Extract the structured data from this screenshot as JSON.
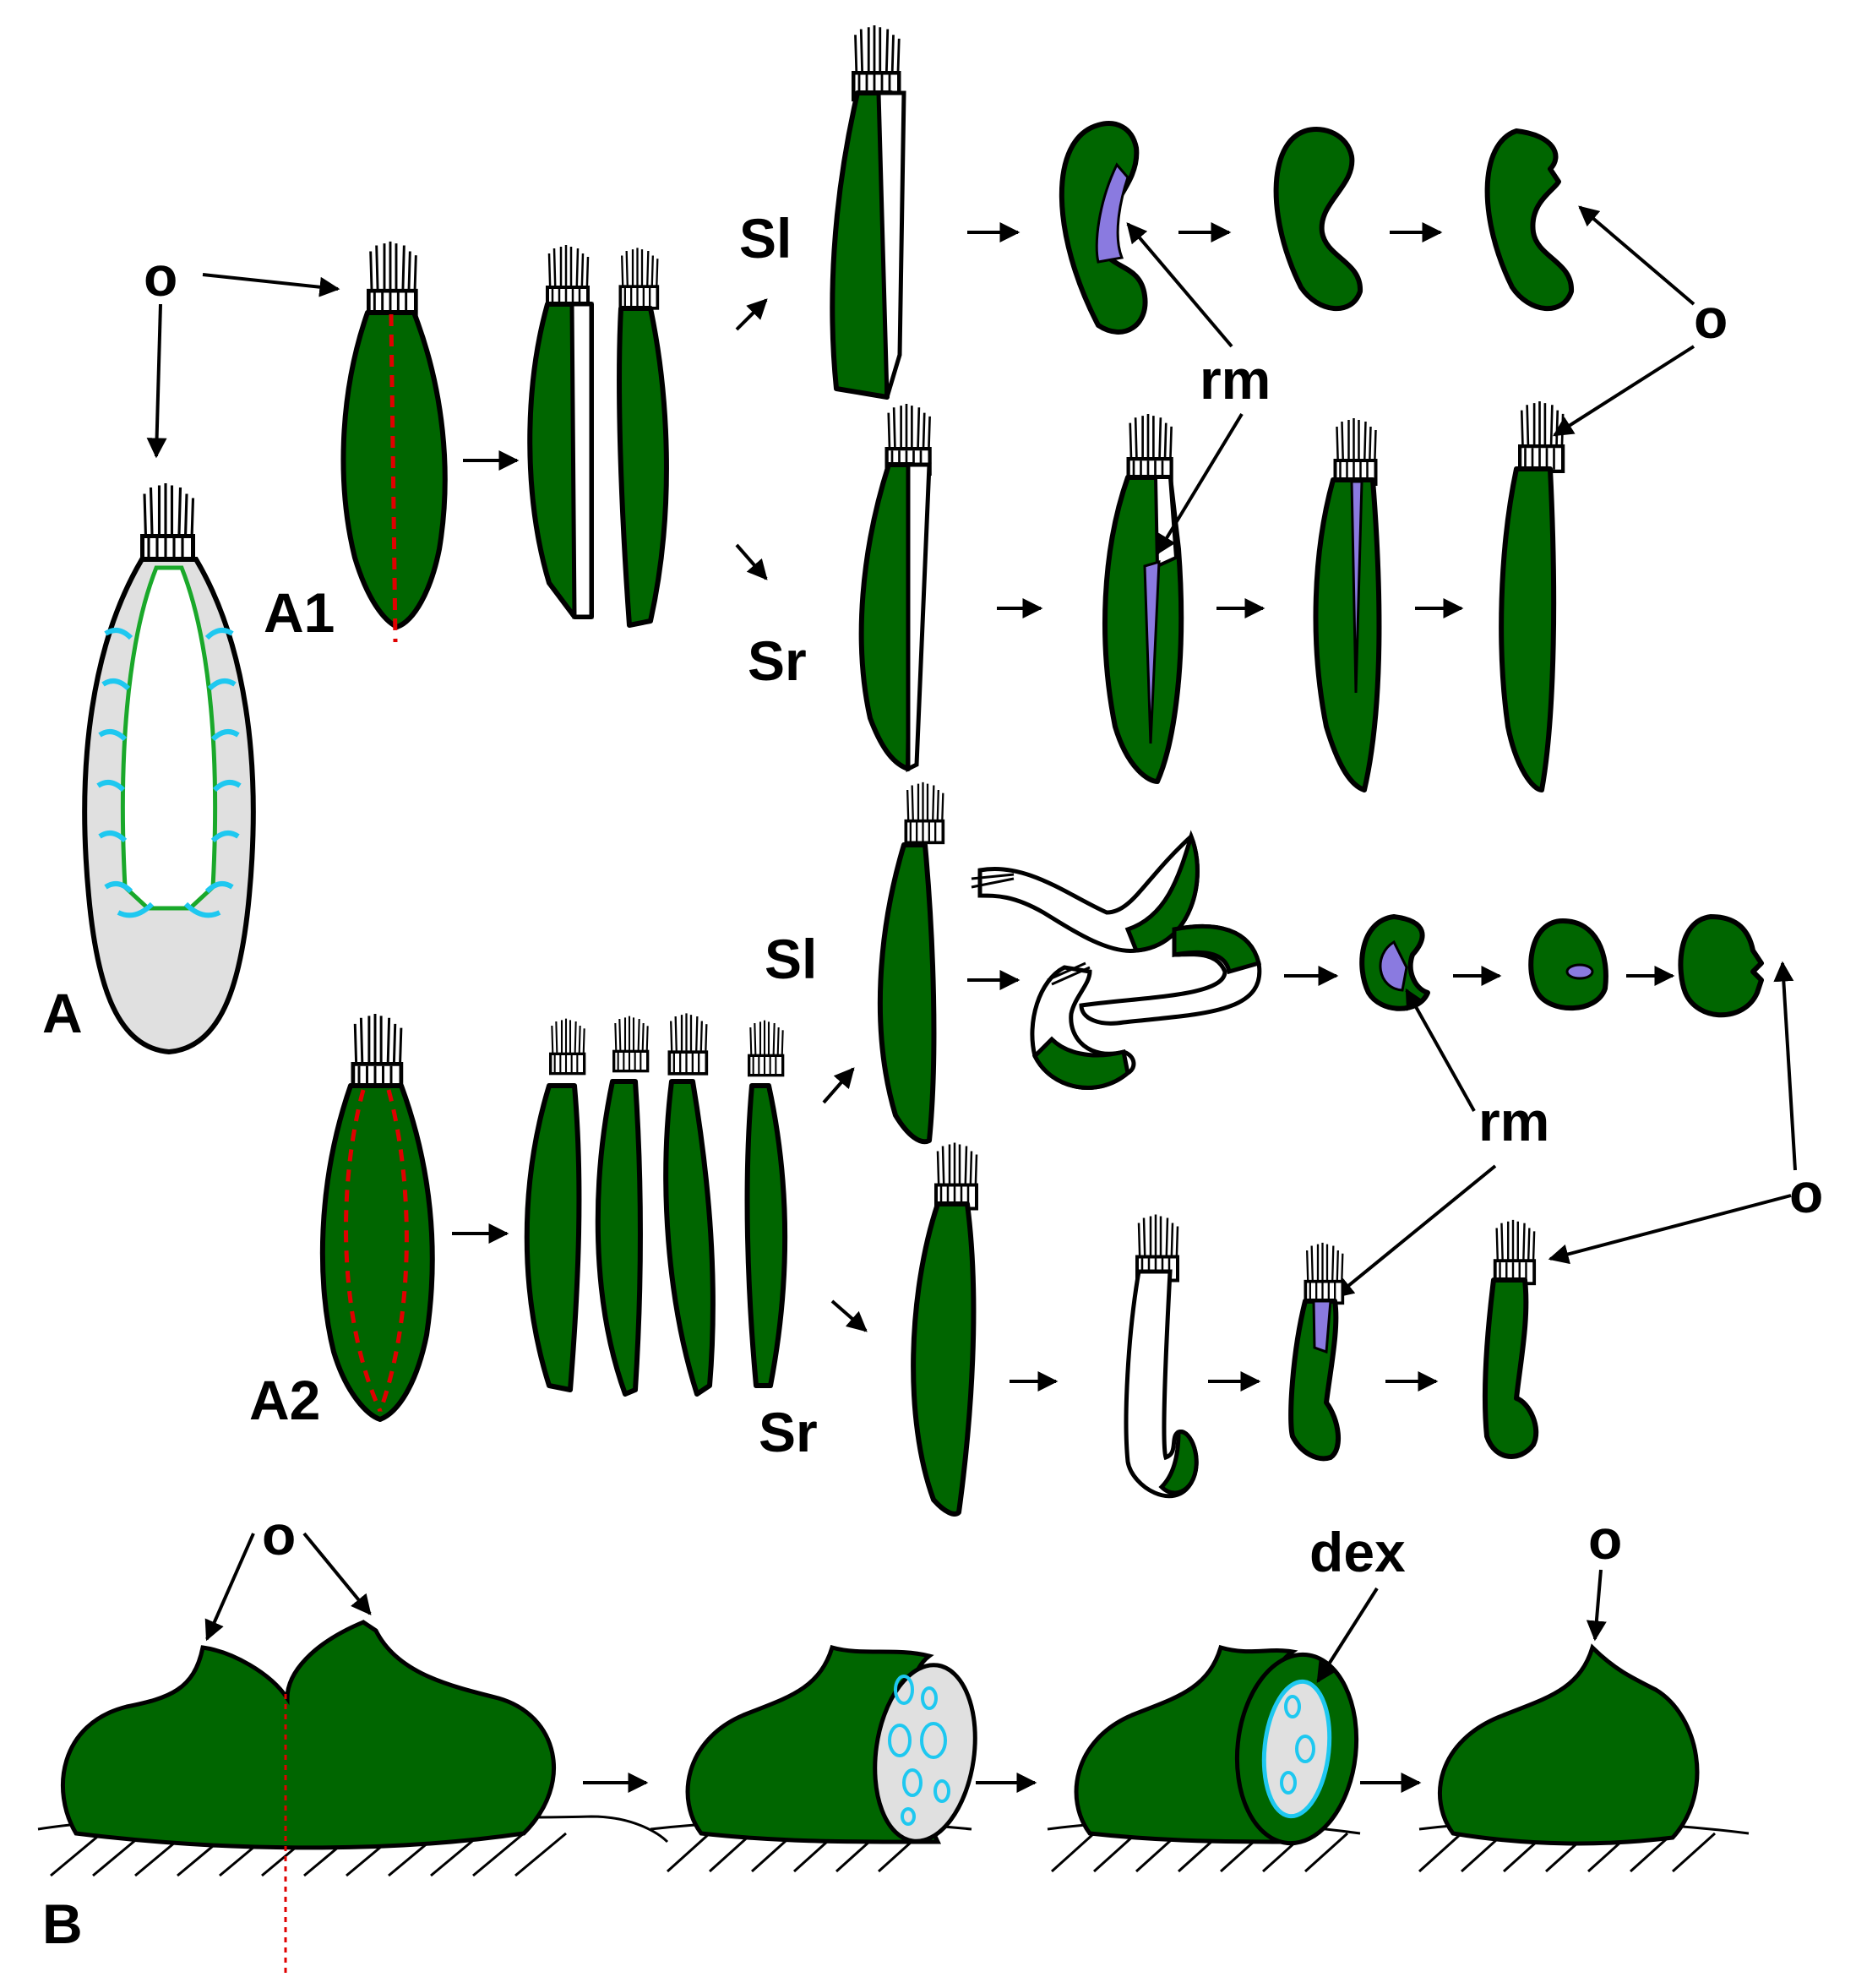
{
  "labels": {
    "fig_a": "A",
    "fig_a1": "A1",
    "fig_a2": "A2",
    "fig_b": "B",
    "sl_top": "Sl",
    "sr_top": "Sr",
    "sl_bottom": "Sl",
    "sr_bottom": "Sr",
    "o1": "o",
    "o2": "o",
    "o3": "o",
    "o4": "o",
    "o5": "o",
    "rm1": "rm",
    "rm2": "rm",
    "dex": "dex"
  },
  "colors": {
    "green": "#006600",
    "purple": "#8a7ae0",
    "cyan": "#1ec8f0",
    "grey": "#e0e0e0",
    "red": "#e00000"
  }
}
